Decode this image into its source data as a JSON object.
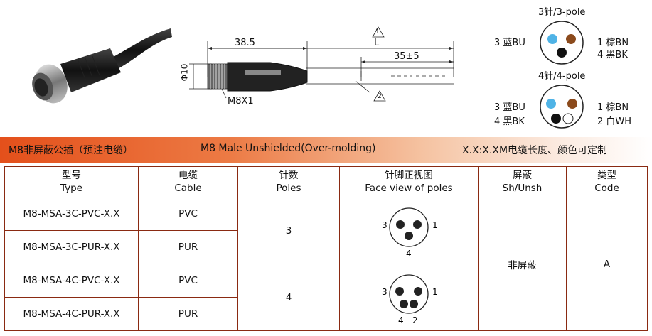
{
  "drawing": {
    "dim_total_length": "38.5",
    "dim_L": "L",
    "dim_L_note": "1",
    "dim_sub": "35±5",
    "dim_diameter": "Φ10",
    "thread_label": "M8X1",
    "thread_note": "2"
  },
  "pinouts": [
    {
      "title": "3针/3-pole",
      "left_labels": [
        "3 蓝BU"
      ],
      "right_labels": [
        "1 棕BN",
        "4 黑BK"
      ]
    },
    {
      "title": "4针/4-pole",
      "left_labels": [
        "3 蓝BU",
        "4 黑BK"
      ],
      "right_labels": [
        "1 棕BN",
        "2 白WH"
      ]
    }
  ],
  "colors": {
    "blue": "#4fb3e6",
    "brown": "#8b4a1c",
    "black": "#111111",
    "white": "#ffffff",
    "border": "#8a2a12"
  },
  "banner": {
    "left": "M8非屏蔽公插（预注电缆）",
    "center": "M8 Male Unshielded(Over-molding)",
    "right": "X.X:X.XM电缆长度、颜色可定制"
  },
  "table": {
    "headers": [
      {
        "cn": "型号",
        "en": "Type"
      },
      {
        "cn": "电缆",
        "en": "Cable"
      },
      {
        "cn": "针数",
        "en": "Poles"
      },
      {
        "cn": "针脚正视图",
        "en": "Face view of poles"
      },
      {
        "cn": "屏蔽",
        "en": "Sh/Unsh"
      },
      {
        "cn": "类型",
        "en": "Code"
      }
    ],
    "rows": [
      {
        "type": "M8-MSA-3C-PVC-X.X",
        "cable": "PVC"
      },
      {
        "type": "M8-MSA-3C-PUR-X.X",
        "cable": "PUR"
      },
      {
        "type": "M8-MSA-4C-PVC-X.X",
        "cable": "PVC"
      },
      {
        "type": "M8-MSA-4C-PUR-X.X",
        "cable": "PUR"
      }
    ],
    "poles_3": "3",
    "poles_4": "4",
    "face3": {
      "p1": "1",
      "p3": "3",
      "p4": "4"
    },
    "face4": {
      "p1": "1",
      "p2": "2",
      "p3": "3",
      "p4": "4"
    },
    "shield": "非屏蔽",
    "code": "A"
  }
}
